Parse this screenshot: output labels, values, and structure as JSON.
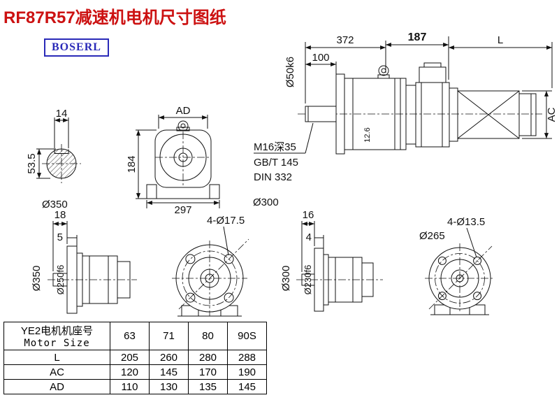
{
  "page": {
    "title": "RF87R57减速机电机尺寸图纸",
    "brand": "BOSERL"
  },
  "colors": {
    "title": "#cc1111",
    "brand": "#2a2ab8",
    "line": "#111111"
  },
  "shaft_section": {
    "dim_key_width": "14",
    "dim_height": "53.5",
    "dia_label": "Ø350"
  },
  "front_view": {
    "dim_width_top": "AD",
    "dim_height": "184",
    "dim_width_bottom": "297"
  },
  "side_view": {
    "dim_gearbox": "372",
    "dim_adapter": "187",
    "dim_motor": "L",
    "dim_shaft": "100",
    "shaft_dia": "Ø50k6",
    "dim_motor_height": "AC",
    "dim_chamfer": "12.6",
    "notes": [
      "M16深35",
      "GB/T 145",
      "DIN 332"
    ]
  },
  "side_small_left": {
    "dim_shaft_len": "18",
    "dim_spigot": "5",
    "dia_flange": "Ø350",
    "dia_spigot": "Ø250f6"
  },
  "flange_left": {
    "dia_bolt_circle": "Ø300",
    "holes": "4-Ø17.5"
  },
  "side_small_right": {
    "dim_shaft_len": "16",
    "dim_spigot": "4",
    "dia_flange": "Ø300",
    "dia_spigot": "Ø230f6"
  },
  "flange_right": {
    "dia_bolt_circle": "Ø265",
    "holes": "4-Ø13.5"
  },
  "table": {
    "header_cn": "YE2电机机座号",
    "header_en": "Motor Size",
    "sizes": [
      "63",
      "71",
      "80",
      "90S"
    ],
    "rows": [
      {
        "label": "L",
        "values": [
          "205",
          "260",
          "280",
          "288"
        ]
      },
      {
        "label": "AC",
        "values": [
          "120",
          "145",
          "170",
          "190"
        ]
      },
      {
        "label": "AD",
        "values": [
          "110",
          "130",
          "135",
          "145"
        ]
      }
    ]
  }
}
